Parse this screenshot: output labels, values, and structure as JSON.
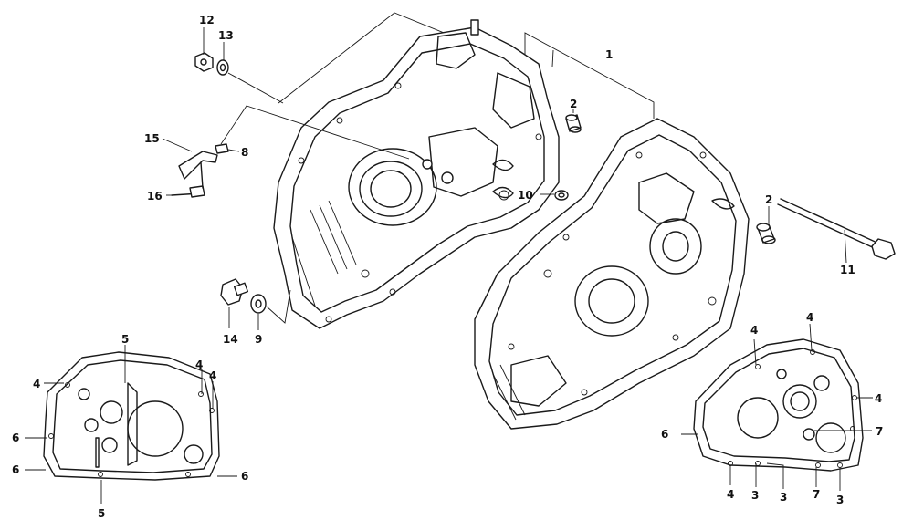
{
  "diagram": {
    "callouts": [
      {
        "id": "c1",
        "text": "1"
      },
      {
        "id": "c2a",
        "text": "2"
      },
      {
        "id": "c2b",
        "text": "2"
      },
      {
        "id": "c3a",
        "text": "3"
      },
      {
        "id": "c3b",
        "text": "3"
      },
      {
        "id": "c3c",
        "text": "3"
      },
      {
        "id": "c4a",
        "text": "4"
      },
      {
        "id": "c4b",
        "text": "4"
      },
      {
        "id": "c4c",
        "text": "4"
      },
      {
        "id": "c4d",
        "text": "4"
      },
      {
        "id": "c4e",
        "text": "4"
      },
      {
        "id": "c4f",
        "text": "4"
      },
      {
        "id": "c4g",
        "text": "4"
      },
      {
        "id": "c5a",
        "text": "5"
      },
      {
        "id": "c5b",
        "text": "5"
      },
      {
        "id": "c6a",
        "text": "6"
      },
      {
        "id": "c6b",
        "text": "6"
      },
      {
        "id": "c6c",
        "text": "6"
      },
      {
        "id": "c6d",
        "text": "6"
      },
      {
        "id": "c7a",
        "text": "7"
      },
      {
        "id": "c7b",
        "text": "7"
      },
      {
        "id": "c8",
        "text": "8"
      },
      {
        "id": "c9",
        "text": "9"
      },
      {
        "id": "c10",
        "text": "10"
      },
      {
        "id": "c11",
        "text": "11"
      },
      {
        "id": "c12",
        "text": "12"
      },
      {
        "id": "c13",
        "text": "13"
      },
      {
        "id": "c14",
        "text": "14"
      },
      {
        "id": "c15",
        "text": "15"
      },
      {
        "id": "c16",
        "text": "16"
      }
    ]
  }
}
